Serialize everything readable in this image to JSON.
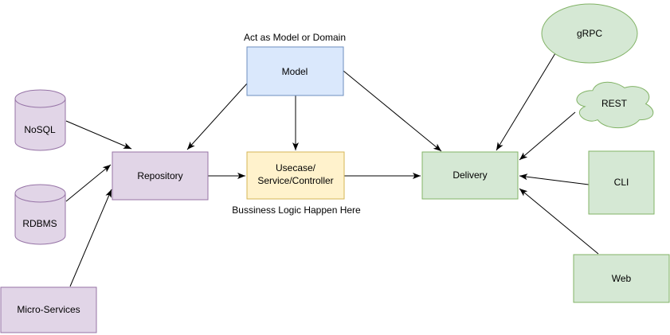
{
  "diagram": {
    "type": "architecture-diagram",
    "background": "#ffffff",
    "palette": {
      "datasource_fill": "#e1d5e7",
      "datasource_stroke": "#9673a6",
      "model_fill": "#dae8fc",
      "model_stroke": "#6c8ebf",
      "usecase_fill": "#fff2cc",
      "usecase_stroke": "#d6b656",
      "delivery_fill": "#d5e8d4",
      "delivery_stroke": "#82b366",
      "edge_color": "#000000",
      "text_color": "#000000"
    },
    "nodes": {
      "nosql": {
        "label": "NoSQL",
        "shape": "cylinder"
      },
      "rdbms": {
        "label": "RDBMS",
        "shape": "cylinder"
      },
      "microservices": {
        "label": "Micro-Services",
        "shape": "rectangle"
      },
      "repository": {
        "label": "Repository",
        "shape": "rectangle"
      },
      "model": {
        "label": "Model",
        "shape": "rectangle"
      },
      "usecase": {
        "label_line1": "Usecase/",
        "label_line2": "Service/Controller",
        "shape": "rectangle"
      },
      "delivery": {
        "label": "Delivery",
        "shape": "rectangle"
      },
      "grpc": {
        "label": "gRPC",
        "shape": "ellipse"
      },
      "rest": {
        "label": "REST",
        "shape": "cloud"
      },
      "cli": {
        "label": "CLI",
        "shape": "rectangle"
      },
      "web": {
        "label": "Web",
        "shape": "rectangle"
      }
    },
    "annotations": {
      "model_note": "Act as Model or Domain",
      "usecase_note": "Bussiness Logic Happen Here"
    },
    "edges": [
      {
        "from": "nosql",
        "to": "repository"
      },
      {
        "from": "rdbms",
        "to": "repository"
      },
      {
        "from": "microservices",
        "to": "repository"
      },
      {
        "from": "model",
        "to": "repository"
      },
      {
        "from": "model",
        "to": "usecase"
      },
      {
        "from": "model",
        "to": "delivery"
      },
      {
        "from": "repository",
        "to": "usecase"
      },
      {
        "from": "usecase",
        "to": "delivery"
      },
      {
        "from": "grpc",
        "to": "delivery"
      },
      {
        "from": "rest",
        "to": "delivery"
      },
      {
        "from": "cli",
        "to": "delivery"
      },
      {
        "from": "web",
        "to": "delivery"
      }
    ]
  }
}
